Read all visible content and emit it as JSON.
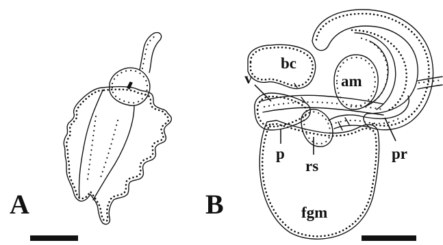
{
  "panels": {
    "a": {
      "letter": "A"
    },
    "b": {
      "letter": "B"
    }
  },
  "labels": {
    "bc": "bc",
    "am": "am",
    "v": "v",
    "p": "p",
    "rs": "rs",
    "pr": "pr",
    "fgm": "fgm"
  },
  "colors": {
    "ink": "#111111",
    "background": "#ffffff"
  }
}
